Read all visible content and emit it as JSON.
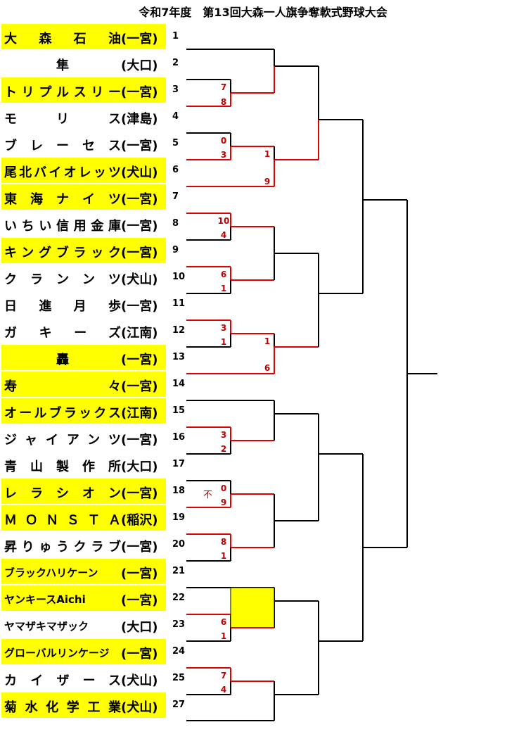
{
  "title": "令和7年度　第13回大森一人旗争奪軟式野球大会",
  "colors": {
    "highlight": "#ffff00",
    "winner_line": "#e00000",
    "line": "#000000",
    "score": "#c00000"
  },
  "teams": [
    {
      "name": "大　森　石　油",
      "location": "(一宮)",
      "number": "1",
      "highlight": true
    },
    {
      "name": "隼",
      "location": "(大口)",
      "number": "2",
      "highlight": false,
      "align": "center"
    },
    {
      "name": "トリプルスリー",
      "location": "(一宮)",
      "number": "3",
      "highlight": true
    },
    {
      "name": "モ　　リ　　ス",
      "location": "(津島)",
      "number": "4",
      "highlight": false
    },
    {
      "name": "ブレーセス",
      "location": "(一宮)",
      "number": "5",
      "highlight": false
    },
    {
      "name": "尾北バイオレッツ",
      "location": "(犬山)",
      "number": "6",
      "highlight": true
    },
    {
      "name": "東海ナイツ",
      "location": "(一宮)",
      "number": "7",
      "highlight": true
    },
    {
      "name": "いちい信用金庫",
      "location": "(一宮)",
      "number": "8",
      "highlight": false
    },
    {
      "name": "キングブラック",
      "location": "(一宮)",
      "number": "9",
      "highlight": true
    },
    {
      "name": "クランンツ",
      "location": "(犬山)",
      "number": "10",
      "highlight": false
    },
    {
      "name": "日　進　月　歩",
      "location": "(一宮)",
      "number": "11",
      "highlight": false
    },
    {
      "name": "ガキーズ",
      "location": "(江南)",
      "number": "12",
      "highlight": false
    },
    {
      "name": "轟",
      "location": "(一宮)",
      "number": "13",
      "highlight": true,
      "align": "center"
    },
    {
      "name": "寿　　　　　　々",
      "location": "(一宮)",
      "number": "14",
      "highlight": true
    },
    {
      "name": "オールブラックス",
      "location": "(江南)",
      "number": "15",
      "highlight": true
    },
    {
      "name": "ジャイアンツ",
      "location": "(一宮)",
      "number": "16",
      "highlight": false
    },
    {
      "name": "青山製作所",
      "location": "(大口)",
      "number": "17",
      "highlight": false
    },
    {
      "name": "レラシオン",
      "location": "(一宮)",
      "number": "18",
      "highlight": true
    },
    {
      "name": "ＭＯＮＳＴＡ",
      "location": "(稲沢)",
      "number": "19",
      "highlight": true
    },
    {
      "name": "昇りゅうクラブ",
      "location": "(一宮)",
      "number": "20",
      "highlight": false
    },
    {
      "name": "ブラックハリケーン",
      "location": "(一宮)",
      "number": "21",
      "highlight": true,
      "compact": true
    },
    {
      "name": "ヤンキースAichi",
      "location": "(一宮)",
      "number": "22",
      "highlight": true,
      "compact": true
    },
    {
      "name": "ヤマザキマザック",
      "location": "(大口)",
      "number": "23",
      "highlight": false,
      "compact": true
    },
    {
      "name": "グローバルリンケージ",
      "location": "(一宮)",
      "number": "24",
      "highlight": true,
      "compact": true
    },
    {
      "name": "カイザース",
      "location": "(犬山)",
      "number": "25",
      "highlight": false
    },
    {
      "name": "菊水化学工業",
      "location": "(犬山)",
      "number": "27",
      "highlight": true
    }
  ],
  "scores": [
    {
      "v": "7"
    },
    {
      "v": "8"
    },
    {
      "v": "0"
    },
    {
      "v": "3"
    },
    {
      "v": "1"
    },
    {
      "v": "9"
    },
    {
      "v": "10"
    },
    {
      "v": "4"
    },
    {
      "v": "6"
    },
    {
      "v": "1"
    },
    {
      "v": "3"
    },
    {
      "v": "1"
    },
    {
      "v": "1"
    },
    {
      "v": "6"
    },
    {
      "v": "3"
    },
    {
      "v": "2"
    },
    {
      "v": "0"
    },
    {
      "v": "9"
    },
    {
      "v": "8"
    },
    {
      "v": "1"
    },
    {
      "v": "6"
    },
    {
      "v": "1"
    },
    {
      "v": "7"
    },
    {
      "v": "4"
    }
  ],
  "notes": [
    {
      "v": "不"
    }
  ]
}
